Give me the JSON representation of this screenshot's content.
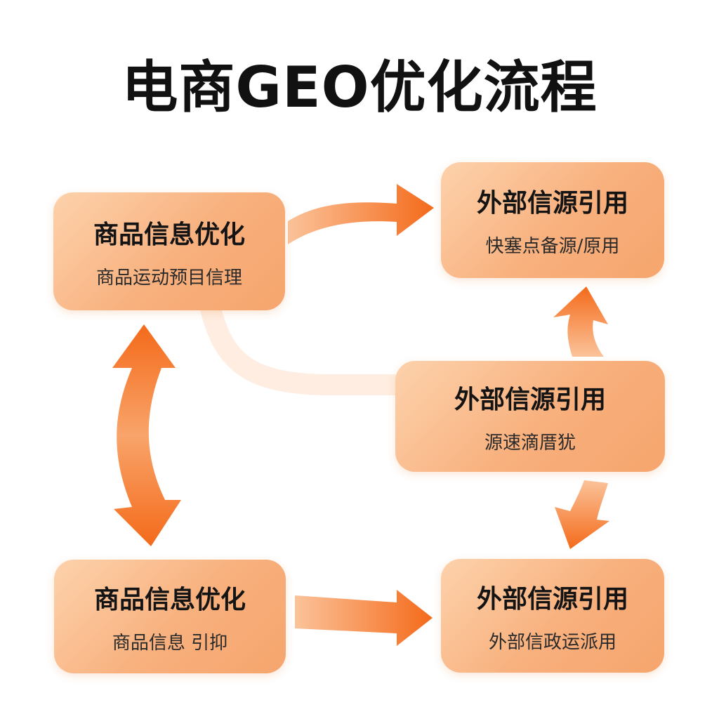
{
  "title": "电商GEO优化流程",
  "colors": {
    "accent": "#f46a1a",
    "box_light": "#fdd2ac",
    "box_dark": "#f6a56d",
    "text": "#141414"
  },
  "boxes": [
    {
      "id": "top-left",
      "heading": "商品信息优化",
      "sub": "商品运动预目信理"
    },
    {
      "id": "top-right",
      "heading": "外部信源引用",
      "sub": "快塞点备源/原用"
    },
    {
      "id": "middle-right",
      "heading": "外部信源引用",
      "sub": "源速滴厝犹"
    },
    {
      "id": "bottom-left",
      "heading": "商品信息优化",
      "sub": "商品信息 引抑"
    },
    {
      "id": "bottom-right",
      "heading": "外部信源引用",
      "sub": "外部信政运派用"
    }
  ]
}
